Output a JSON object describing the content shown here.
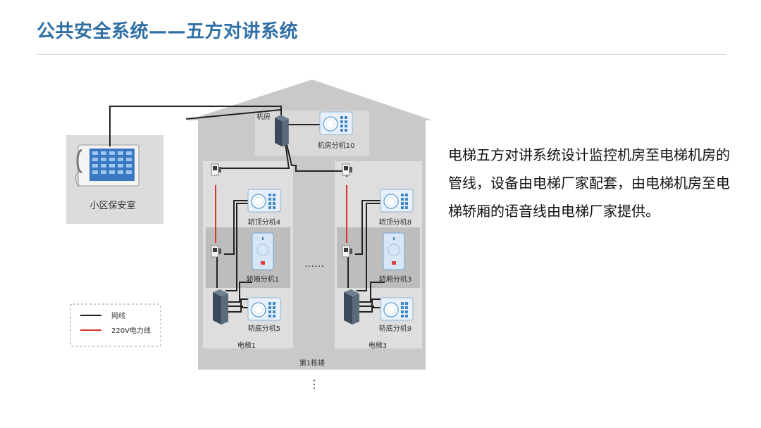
{
  "title": "公共安全系统——五方对讲系统",
  "description": "电梯五方对讲系统设计监控机房至电梯机房的管线，设备由电梯厂家配套，由电梯机房至电梯轿厢的语音线由电梯厂家提供。",
  "diagram": {
    "security_room": "小区保安室",
    "machine_room": "机房",
    "machine_room_ext": "机房分机10",
    "elevator1": {
      "name": "电梯1",
      "top_ext": "轿顶分机4",
      "car_ext": "轿厢分机1",
      "bottom_ext": "轿底分机5"
    },
    "elevator3": {
      "name": "电梯3",
      "top_ext": "轿顶分机8",
      "car_ext": "轿厢分机3",
      "bottom_ext": "轿底分机9"
    },
    "ellipsis": "……",
    "building": "第1栋楼",
    "more": "⋮",
    "legend": {
      "network": "网线",
      "power": "220V电力线"
    },
    "colors": {
      "network_line": "#222222",
      "power_line": "#d9342b",
      "building": "#c9c9c9",
      "shaft": "#dcdcdc",
      "car": "#bdbdbd",
      "panel": "#6ea9d8"
    }
  }
}
